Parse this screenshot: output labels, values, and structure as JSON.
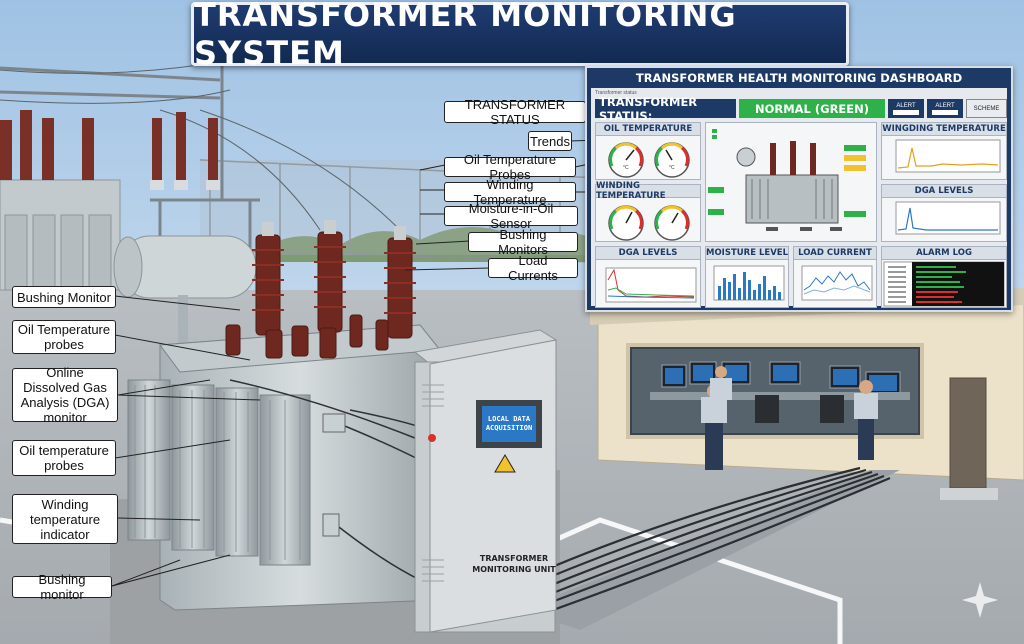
{
  "title": "TRANSFORMER MONITORING SYSTEM",
  "left_callouts": [
    "Bushing Monitor",
    "Oil Temperature probes",
    "Online Dissolved Gas Analysis (DGA) monitor",
    "Oil temperature probes",
    "Winding temperature indicator",
    "Bushing monitor"
  ],
  "right_callouts": [
    "TRANSFORMER STATUS",
    "Trends",
    "Oil Temperature Probes",
    "Winding Temperature",
    "Moisture-in-Oil Sensor",
    "Bushing Monitors",
    "Load Currents"
  ],
  "dashboard": {
    "title": "TRANSFORMER HEALTH MONITORING DASHBOARD",
    "small_caption": "Transformer status",
    "status_label": "TRANSFORMER STATUS:",
    "status_value": "NORMAL (GREEN)",
    "status_color": "#2fb14a",
    "alert_1": "ALERT",
    "alert_2": "ALERT",
    "scheme_button": "SCHEME",
    "panels": {
      "oil_temperature": "OIL TEMPERATURE",
      "winding_temperature_left": "WINDING TEMPERATURE",
      "winding_temperature_right": "WINGDING TEMPERATURE",
      "dga_levels_right": "DGA LEVELS",
      "dga_levels_bottom": "DGA LEVELS",
      "moisture_level": "MOISTURE LEVEL",
      "load_current": "LOAD CURRENT",
      "alarm_log": "ALARM LOG"
    },
    "gauge_unit": "°C"
  },
  "cabinet": {
    "screen_text": "LOCAL DATA ACQUISITION",
    "label": "TRANSFORMER MONITORING UNIT"
  },
  "colors": {
    "banner": "#1f3c70",
    "accent_green": "#2fb14a",
    "alarm_red": "#d9302c"
  }
}
